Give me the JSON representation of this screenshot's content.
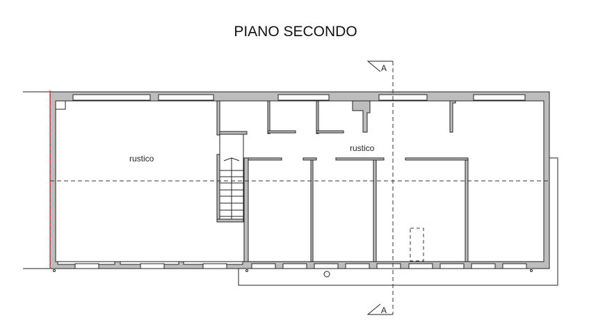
{
  "title": "PIANO SECONDO",
  "rooms": [
    {
      "label": "rustico"
    },
    {
      "label": "rustico"
    }
  ],
  "section_marker": {
    "top": "A",
    "bottom": "A"
  },
  "colors": {
    "wall": "#bdbdbd",
    "line": "#222222",
    "boundary": "#e02020"
  }
}
